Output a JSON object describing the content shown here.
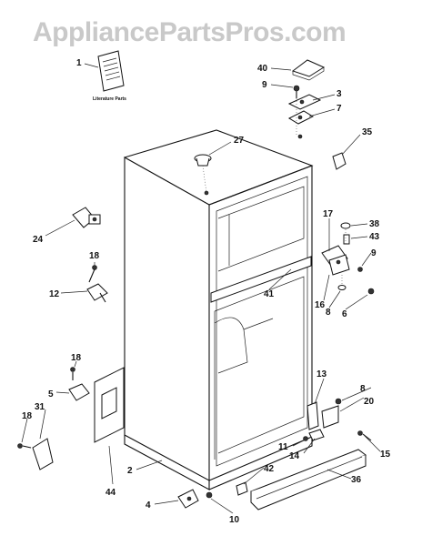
{
  "watermark": "AppliancePartsPros.com",
  "literature_label": "Literature Parts",
  "callouts": {
    "c1": "1",
    "c2": "2",
    "c3": "3",
    "c4": "4",
    "c5": "5",
    "c6": "6",
    "c7": "7",
    "c8a": "8",
    "c8b": "8",
    "c9a": "9",
    "c9b": "9",
    "c10": "10",
    "c11": "11",
    "c12": "12",
    "c13": "13",
    "c14": "14",
    "c15": "15",
    "c16": "16",
    "c17": "17",
    "c18a": "18",
    "c18b": "18",
    "c18c": "18",
    "c20": "20",
    "c24": "24",
    "c27": "27",
    "c31": "31",
    "c35": "35",
    "c36": "36",
    "c38": "38",
    "c40": "40",
    "c41": "41",
    "c42": "42",
    "c43": "43",
    "c44": "44"
  }
}
